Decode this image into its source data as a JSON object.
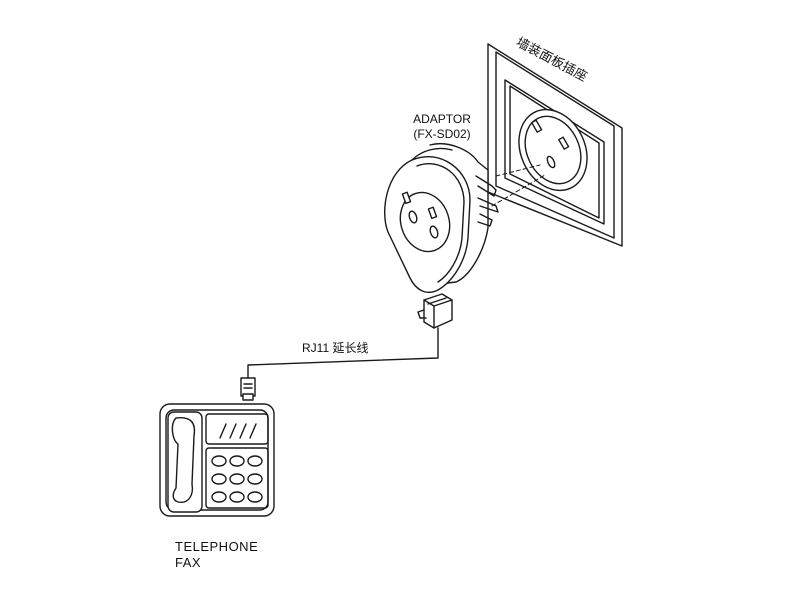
{
  "labels": {
    "wall_socket": "墙装面板插座",
    "adaptor_name": "ADAPTOR",
    "adaptor_model": "(FX-SD02)",
    "cable": "RJ11 延长线",
    "telephone": "TELEPHONE",
    "fax": "FAX"
  },
  "colors": {
    "line": "#1a1a1a",
    "background": "#ffffff",
    "fill_light": "#ffffff"
  },
  "icons": [
    "wall-plate",
    "power-socket",
    "plug-adaptor",
    "rj11-jack",
    "rj11-plug",
    "telephone-fax"
  ]
}
